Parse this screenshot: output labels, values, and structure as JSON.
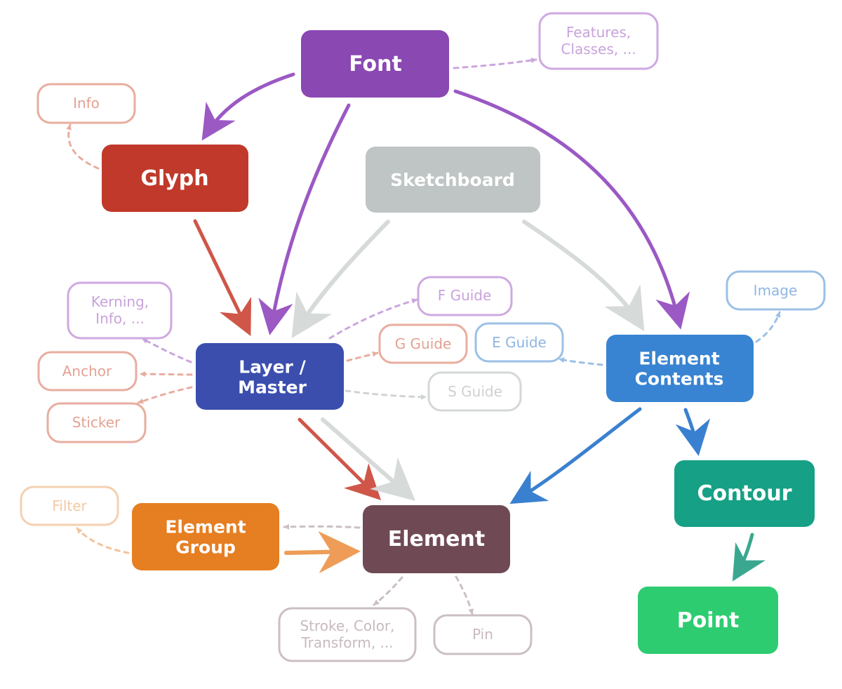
{
  "colors": {
    "font": "#8a48b3",
    "glyph": "#c0392b",
    "sketchboard": "#bfc5c4",
    "layer": "#3b4eae",
    "element_contents": "#3884d2",
    "element": "#6f4a55",
    "element_group": "#e67e22",
    "contour": "#16a085",
    "point": "#2ecc71"
  },
  "nodes": {
    "font": {
      "lines": [
        "Font"
      ]
    },
    "glyph": {
      "lines": [
        "Glyph"
      ]
    },
    "sketchboard": {
      "lines": [
        "Sketchboard"
      ]
    },
    "layer": {
      "lines": [
        "Layer /",
        "Master"
      ]
    },
    "element_contents": {
      "lines": [
        "Element",
        "Contents"
      ]
    },
    "element": {
      "lines": [
        "Element"
      ]
    },
    "element_group": {
      "lines": [
        "Element",
        "Group"
      ]
    },
    "contour": {
      "lines": [
        "Contour"
      ]
    },
    "point": {
      "lines": [
        "Point"
      ]
    }
  },
  "notes": {
    "features": {
      "lines": [
        "Features,",
        "Classes, ..."
      ],
      "color": "#c9a3dc"
    },
    "info": {
      "lines": [
        "Info"
      ],
      "color": "#e3a293"
    },
    "kerning": {
      "lines": [
        "Kerning,",
        "Info, ..."
      ],
      "color": "#c9a3dc"
    },
    "anchor": {
      "lines": [
        "Anchor"
      ],
      "color": "#e3a293"
    },
    "sticker": {
      "lines": [
        "Sticker"
      ],
      "color": "#e3a293"
    },
    "f_guide": {
      "lines": [
        "F Guide"
      ],
      "color": "#c9a3dc"
    },
    "g_guide": {
      "lines": [
        "G Guide"
      ],
      "color": "#e3a293"
    },
    "s_guide": {
      "lines": [
        "S Guide"
      ],
      "color": "#cdd1d0"
    },
    "e_guide": {
      "lines": [
        "E Guide"
      ],
      "color": "#8fb6e2"
    },
    "image": {
      "lines": [
        "Image"
      ],
      "color": "#8fb6e2"
    },
    "filter": {
      "lines": [
        "Filter"
      ],
      "color": "#f2c9a4"
    },
    "stroke": {
      "lines": [
        "Stroke, Color,",
        "Transform, ..."
      ],
      "color": "#c9b9bd"
    },
    "pin": {
      "lines": [
        "Pin"
      ],
      "color": "#c9b9bd"
    }
  }
}
